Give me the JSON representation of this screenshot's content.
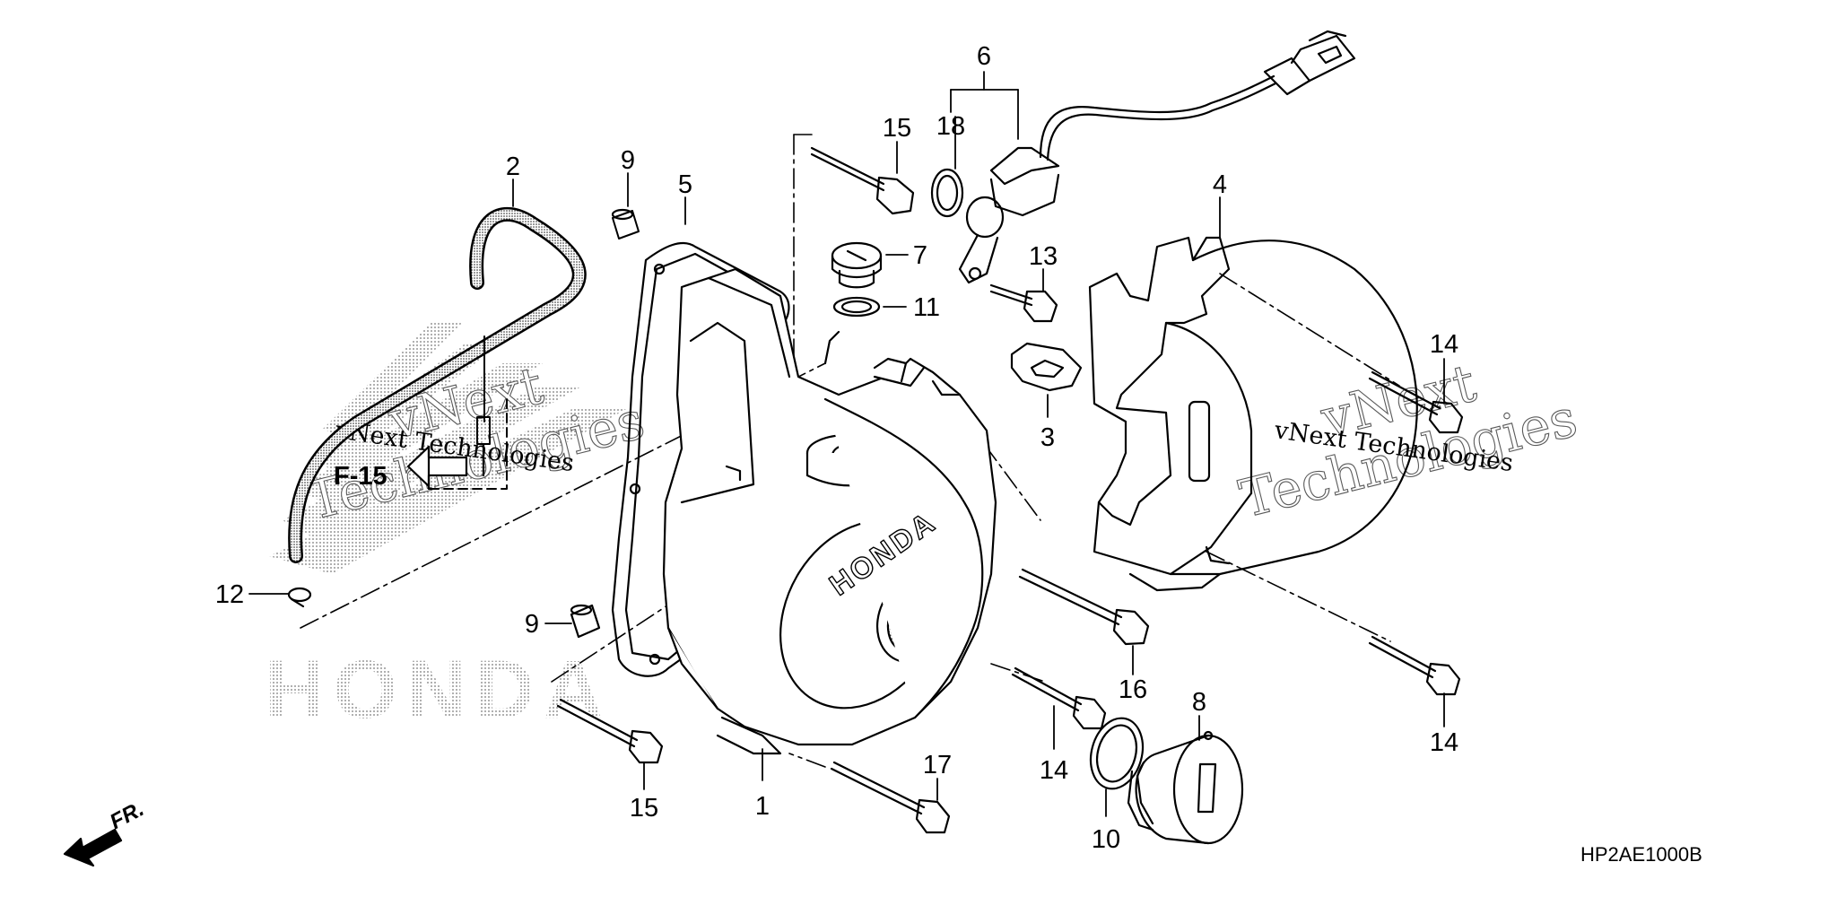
{
  "diagram": {
    "callouts": [
      {
        "id": "1",
        "label": "1"
      },
      {
        "id": "2",
        "label": "2"
      },
      {
        "id": "3",
        "label": "3"
      },
      {
        "id": "4",
        "label": "4"
      },
      {
        "id": "5",
        "label": "5"
      },
      {
        "id": "6",
        "label": "6"
      },
      {
        "id": "7",
        "label": "7"
      },
      {
        "id": "8",
        "label": "8"
      },
      {
        "id": "9a",
        "label": "9"
      },
      {
        "id": "9b",
        "label": "9"
      },
      {
        "id": "10",
        "label": "10"
      },
      {
        "id": "11",
        "label": "11"
      },
      {
        "id": "12",
        "label": "12"
      },
      {
        "id": "13",
        "label": "13"
      },
      {
        "id": "14a",
        "label": "14"
      },
      {
        "id": "14b",
        "label": "14"
      },
      {
        "id": "14c",
        "label": "14"
      },
      {
        "id": "15a",
        "label": "15"
      },
      {
        "id": "15b",
        "label": "15"
      },
      {
        "id": "16",
        "label": "16"
      },
      {
        "id": "17",
        "label": "17"
      },
      {
        "id": "18",
        "label": "18"
      }
    ],
    "reference_label": "F-15",
    "direction_label": "FR.",
    "brand_on_cover": "HONDA",
    "drawing_code": "HP2AE1000B",
    "watermark": {
      "brand_line1": "vNext",
      "brand_line2": "Technologies",
      "small": "vNext Technologies"
    }
  }
}
